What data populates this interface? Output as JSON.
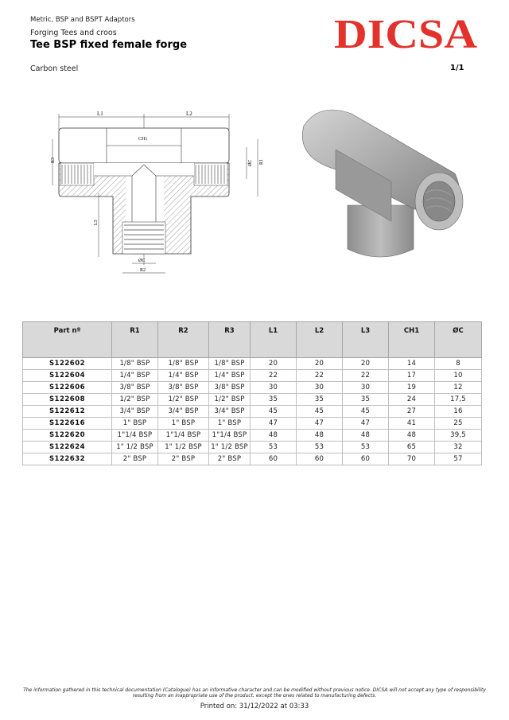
{
  "header": {
    "category": "Metric, BSP and BSPT Adaptors",
    "subcategory": "Forging Tees and croos",
    "title": "Tee BSP fixed female forge",
    "material": "Carbon steel",
    "page": "1/1",
    "brand": "DICSA",
    "brand_color": "#e3322b"
  },
  "drawing": {
    "labels": {
      "l1": "L1",
      "l2": "L2",
      "l3": "L3",
      "ch1": "CH1",
      "r1": "R1",
      "r2": "R2",
      "r3": "R3",
      "oc_side": "ØC",
      "oc_bottom": "ØC"
    }
  },
  "table": {
    "headers": [
      "Part nº",
      "R1",
      "R2",
      "R3",
      "L1",
      "L2",
      "L3",
      "CH1",
      "ØC"
    ],
    "rows": [
      [
        "S122602",
        "1/8\" BSP",
        "1/8\" BSP",
        "1/8\" BSP",
        "20",
        "20",
        "20",
        "14",
        "8"
      ],
      [
        "S122604",
        "1/4\" BSP",
        "1/4\" BSP",
        "1/4\" BSP",
        "22",
        "22",
        "22",
        "17",
        "10"
      ],
      [
        "S122606",
        "3/8\" BSP",
        "3/8\" BSP",
        "3/8\" BSP",
        "30",
        "30",
        "30",
        "19",
        "12"
      ],
      [
        "S122608",
        "1/2\" BSP",
        "1/2\" BSP",
        "1/2\" BSP",
        "35",
        "35",
        "35",
        "24",
        "17,5"
      ],
      [
        "S122612",
        "3/4\" BSP",
        "3/4\" BSP",
        "3/4\" BSP",
        "45",
        "45",
        "45",
        "27",
        "16"
      ],
      [
        "S122616",
        "1\" BSP",
        "1\" BSP",
        "1\" BSP",
        "47",
        "47",
        "47",
        "41",
        "25"
      ],
      [
        "S122620",
        "1\"1/4 BSP",
        "1\"1/4 BSP",
        "1\"1/4 BSP",
        "48",
        "48",
        "48",
        "48",
        "39,5"
      ],
      [
        "S122624",
        "1\" 1/2 BSP",
        "1\" 1/2 BSP",
        "1\" 1/2 BSP",
        "53",
        "53",
        "53",
        "65",
        "32"
      ],
      [
        "S122632",
        "2\" BSP",
        "2\" BSP",
        "2\" BSP",
        "60",
        "60",
        "60",
        "70",
        "57"
      ]
    ]
  },
  "footer": {
    "disclaimer": "The information gathered in this technical documentation (Catalogue) has an informative character and can be modified without previous notice. DICSA will not accept any type of responsibility resulting from an inappropriate use of the product, except the ones related to manufacturing defects.",
    "printed": "Printed on: 31/12/2022 at 03:33"
  }
}
